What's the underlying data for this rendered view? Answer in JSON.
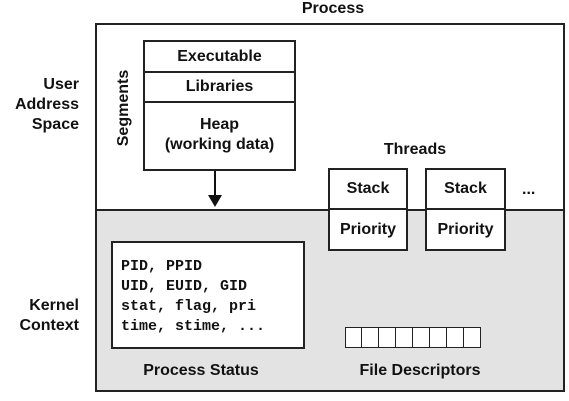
{
  "title": "Process",
  "labels": {
    "user_address_space": [
      "User",
      "Address",
      "Space"
    ],
    "kernel_context": [
      "Kernel",
      "Context"
    ]
  },
  "segments": {
    "label": "Segments",
    "executable": "Executable",
    "libraries": "Libraries",
    "heap": [
      "Heap",
      "(working data)"
    ]
  },
  "threads": {
    "title": "Threads",
    "stack": "Stack",
    "priority": "Priority",
    "more": "..."
  },
  "process_status": {
    "lines": [
      "PID, PPID",
      "UID, EUID, GID",
      "stat, flag, pri",
      "time, stime, ..."
    ],
    "caption": "Process Status"
  },
  "file_descriptors": {
    "caption": "File Descriptors",
    "cell_count": 8
  }
}
